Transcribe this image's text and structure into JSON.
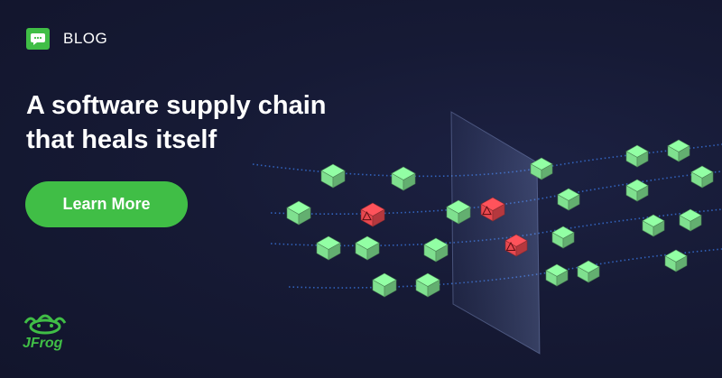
{
  "header": {
    "badge_icon": "chat-bubble-icon",
    "label": "BLOG"
  },
  "headline": {
    "line1": "A software supply chain",
    "line2": "that heals itself"
  },
  "cta": {
    "label": "Learn More"
  },
  "brand": {
    "wordmark": "JFrog",
    "logo_icon": "frog-logo-icon"
  },
  "colors": {
    "background": "#141833",
    "accent_green": "#40be46",
    "package_ok": "#7fe08f",
    "package_vulnerable": "#e8484f",
    "stream": "#3b7be8"
  }
}
